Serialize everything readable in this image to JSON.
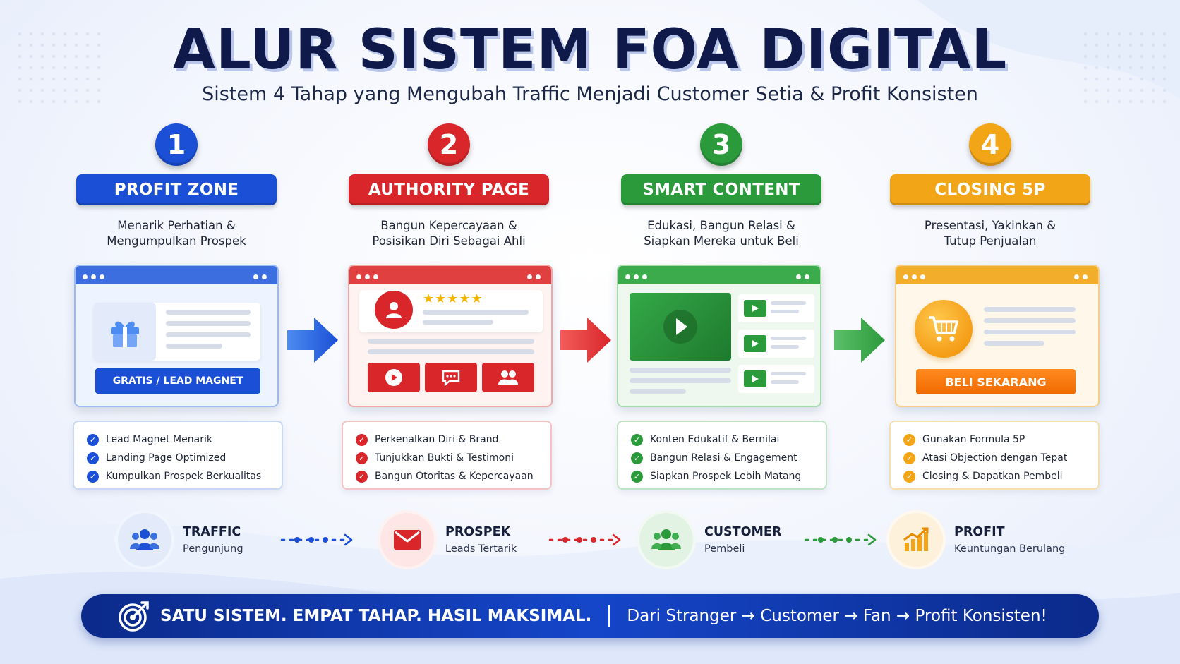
{
  "header": {
    "title": "ALUR SISTEM FOA DIGITAL",
    "subtitle": "Sistem 4 Tahap yang Mengubah Traffic Menjadi Customer Setia & Profit Konsisten"
  },
  "stages": [
    {
      "number": "1",
      "name": "PROFIT ZONE",
      "color": "#1a4fd6",
      "desc_line1": "Menarik Perhatian &",
      "desc_line2": "Mengumpulkan Prospek",
      "cta": "GRATIS / LEAD MAGNET",
      "checklist": [
        "Lead Magnet Menarik",
        "Landing Page Optimized",
        "Kumpulkan Prospek Berkualitas"
      ]
    },
    {
      "number": "2",
      "name": "AUTHORITY PAGE",
      "color": "#d9262b",
      "desc_line1": "Bangun Kepercayaan &",
      "desc_line2": "Posisikan Diri Sebagai Ahli",
      "checklist": [
        "Perkenalkan Diri & Brand",
        "Tunjukkan Bukti & Testimoni",
        "Bangun Otoritas & Kepercayaan"
      ]
    },
    {
      "number": "3",
      "name": "SMART CONTENT",
      "color": "#2b9a3b",
      "desc_line1": "Edukasi, Bangun Relasi &",
      "desc_line2": "Siapkan Mereka untuk Beli",
      "checklist": [
        "Konten Edukatif & Bernilai",
        "Bangun Relasi & Engagement",
        "Siapkan Prospek Lebih Matang"
      ]
    },
    {
      "number": "4",
      "name": "CLOSING 5P",
      "color": "#f2a516",
      "desc_line1": "Presentasi, Yakinkan &",
      "desc_line2": "Tutup Penjualan",
      "cta": "BELI SEKARANG",
      "checklist": [
        "Gunakan Formula 5P",
        "Atasi Objection dengan Tepat",
        "Closing & Dapatkan Pembeli"
      ]
    }
  ],
  "flow": [
    {
      "title": "TRAFFIC",
      "subtitle": "Pengunjung",
      "icon": "users-icon",
      "color": "#1a4fd6"
    },
    {
      "title": "PROSPEK",
      "subtitle": "Leads Tertarik",
      "icon": "mail-icon",
      "color": "#d9262b"
    },
    {
      "title": "CUSTOMER",
      "subtitle": "Pembeli",
      "icon": "users-icon",
      "color": "#2b9a3b"
    },
    {
      "title": "PROFIT",
      "subtitle": "Keuntungan Berulang",
      "icon": "chart-up-icon",
      "color": "#f2a516"
    }
  ],
  "banner": {
    "left": "SATU SISTEM. EMPAT TAHAP. HASIL MAKSIMAL.",
    "right": "Dari Stranger → Customer → Fan → Profit Konsisten!",
    "icon": "target-icon"
  }
}
